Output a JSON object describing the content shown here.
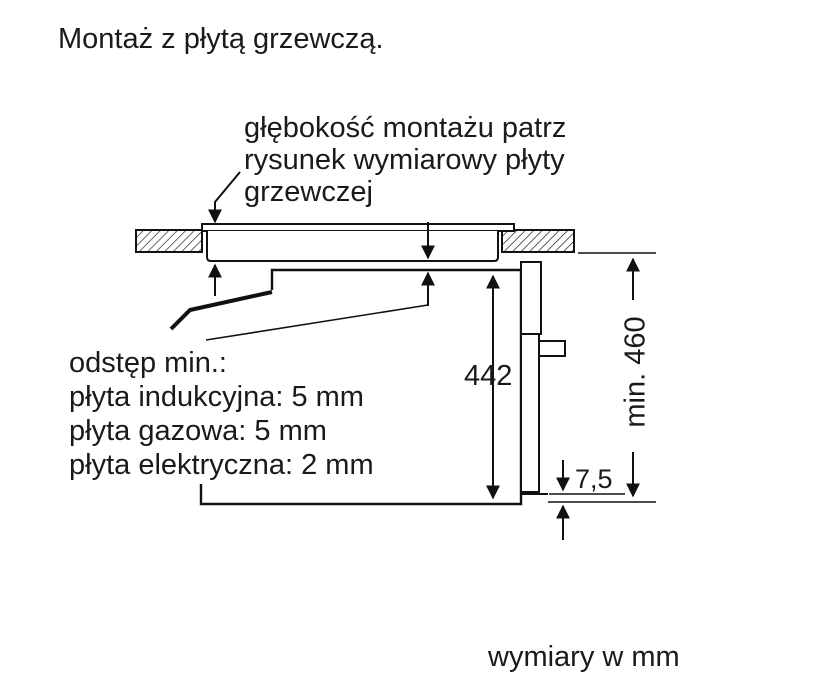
{
  "title": "Montaż z płytą grzewczą.",
  "mounting_depth_note": [
    "głębokość montażu patrz",
    "rysunek wymiarowy płyty",
    "grzewczej"
  ],
  "clearance_note": [
    "odstęp min.:",
    "płyta indukcyjna: 5 mm",
    "płyta gazowa: 5 mm",
    "płyta elektryczna: 2 mm"
  ],
  "dimensions": {
    "oven_height": "442",
    "niche_height": "min. 460",
    "bottom_offset": "7,5"
  },
  "units_note": "wymiary w mm"
}
